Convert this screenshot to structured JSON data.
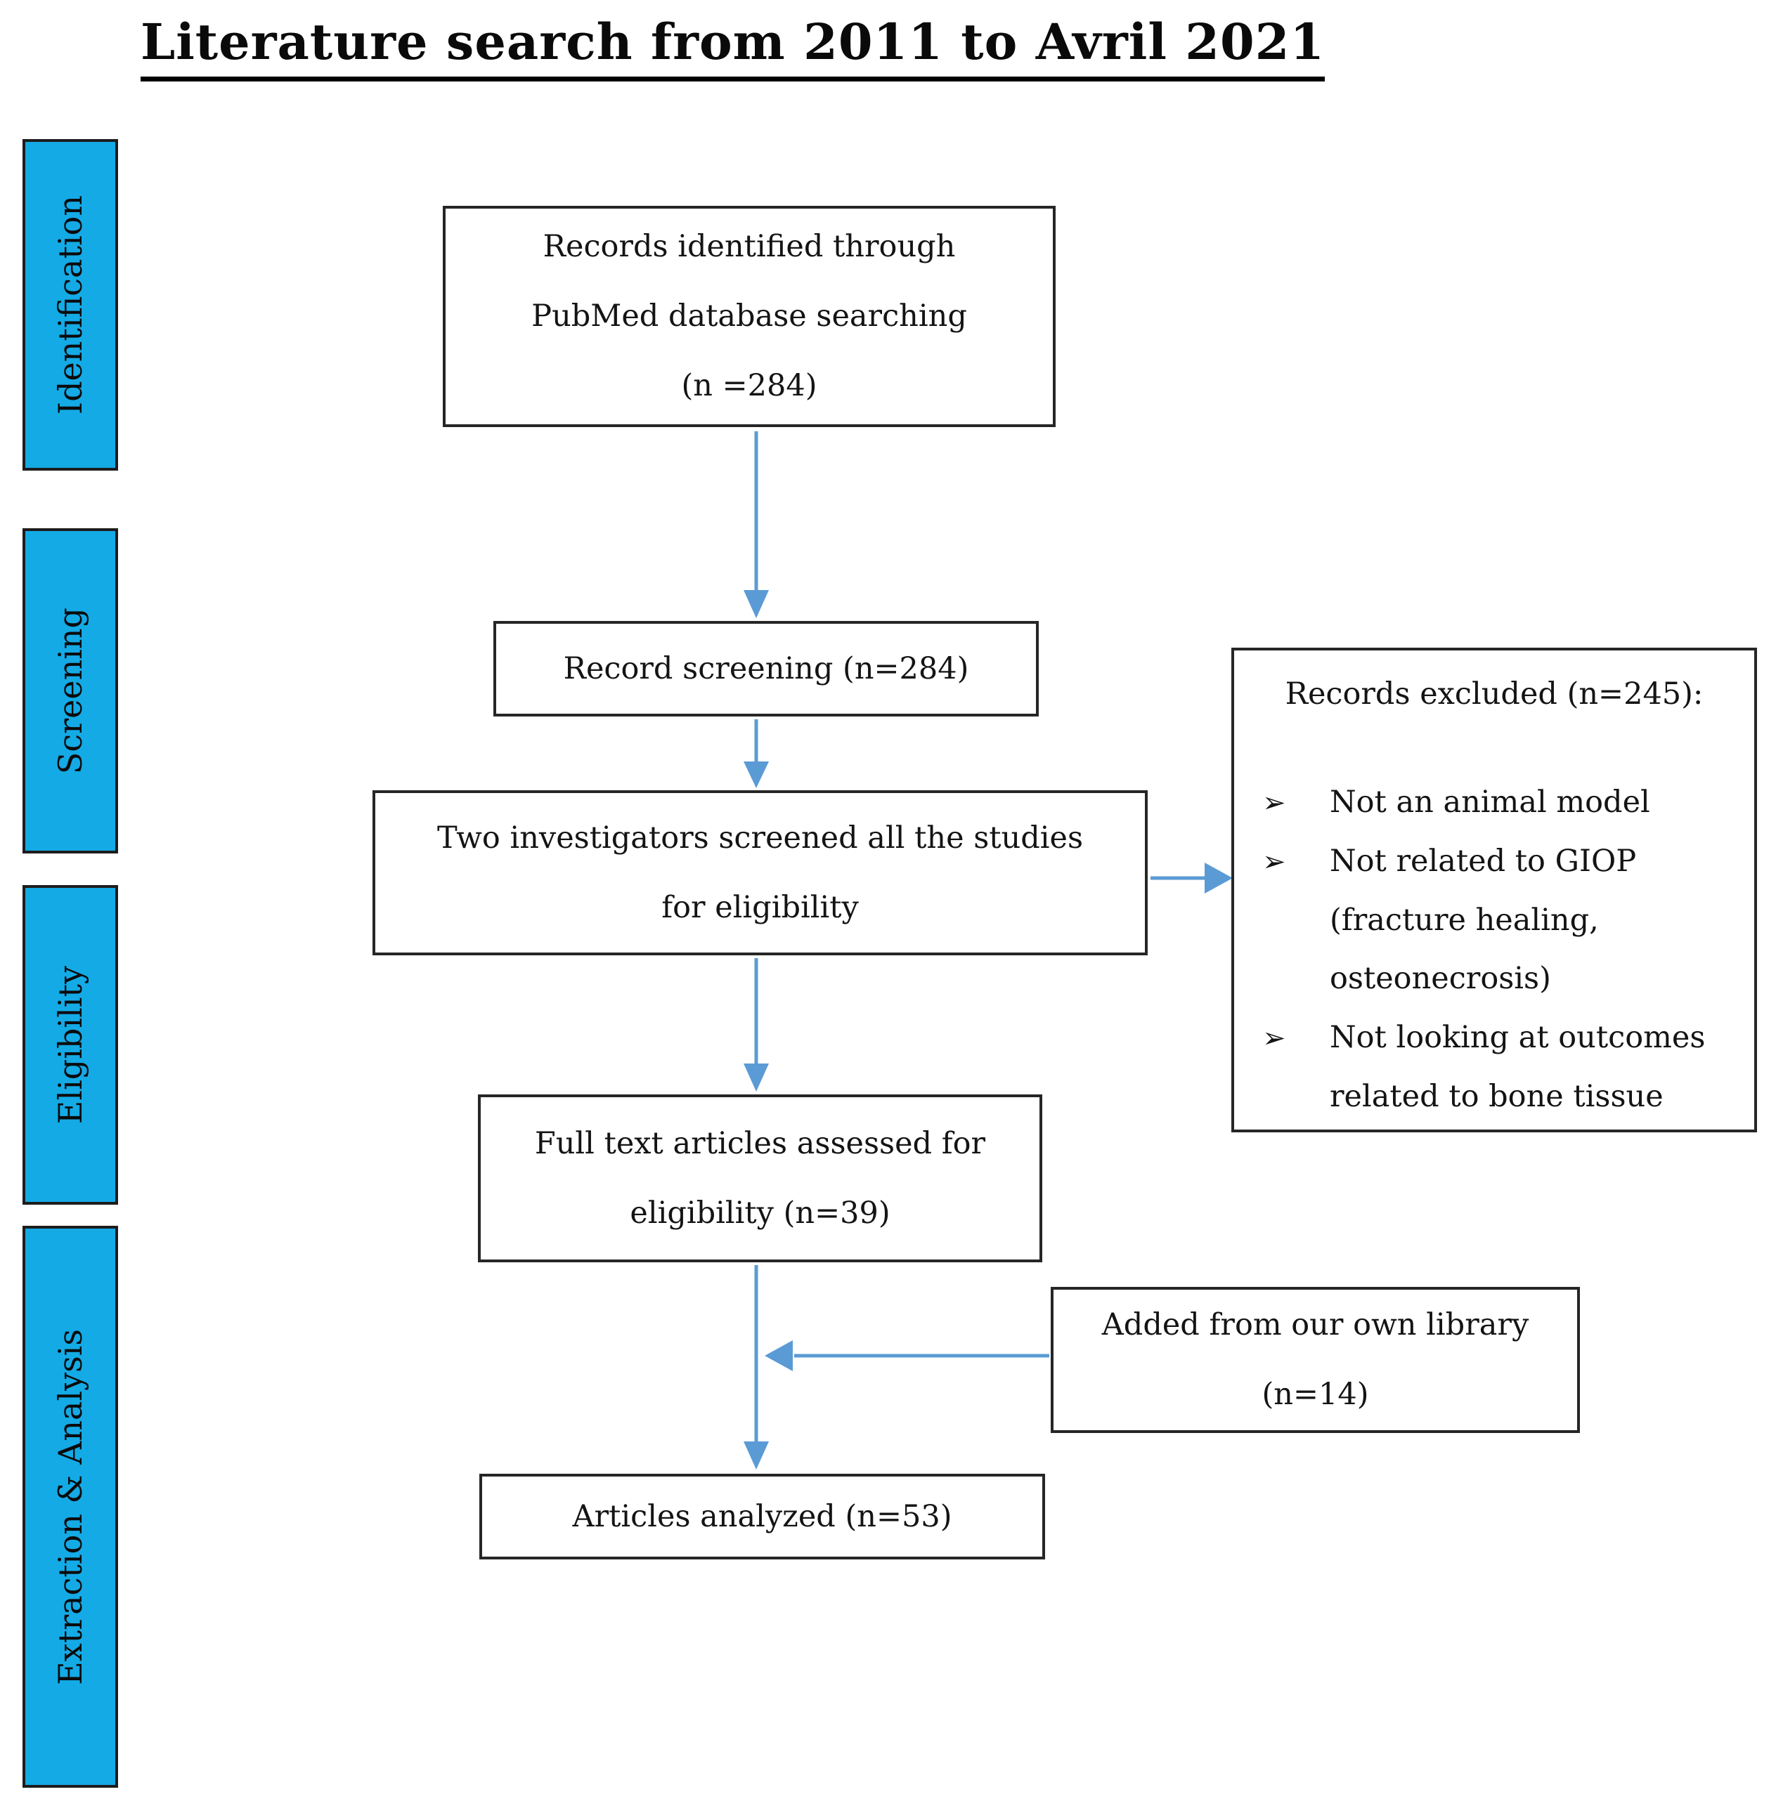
{
  "title": "Literature search from 2011 to Avril 2021",
  "colors": {
    "sidebar_blue": "#14aae6",
    "arrow_blue": "#5b9bd5",
    "box_border": "#262626",
    "text": "#141414"
  },
  "sidebar": {
    "items": [
      {
        "label": "Identification"
      },
      {
        "label": "Screening"
      },
      {
        "label": "Eligibility"
      },
      {
        "label": "Extraction & Analysis"
      }
    ]
  },
  "boxes": {
    "pubmed": {
      "lines": [
        "Records identified through",
        "PubMed database searching",
        "(n =284)"
      ]
    },
    "screening": {
      "lines": [
        "Record screening (n=284)"
      ]
    },
    "investigators": {
      "lines": [
        "Two investigators screened all the studies",
        "for eligibility"
      ]
    },
    "excluded": {
      "title": "Records excluded (n=245):",
      "bullet_glyph": "➢",
      "bullets": [
        "Not an animal model",
        "Not related to GIOP (fracture healing, osteonecrosis)",
        "Not looking at outcomes related to bone tissue"
      ]
    },
    "fulltext": {
      "lines": [
        "Full text articles assessed for",
        "eligibility (n=39)"
      ]
    },
    "library": {
      "lines": [
        "Added from our own library",
        "(n=14)"
      ]
    },
    "analyzed": {
      "lines": [
        "Articles analyzed (n=53)"
      ]
    }
  }
}
